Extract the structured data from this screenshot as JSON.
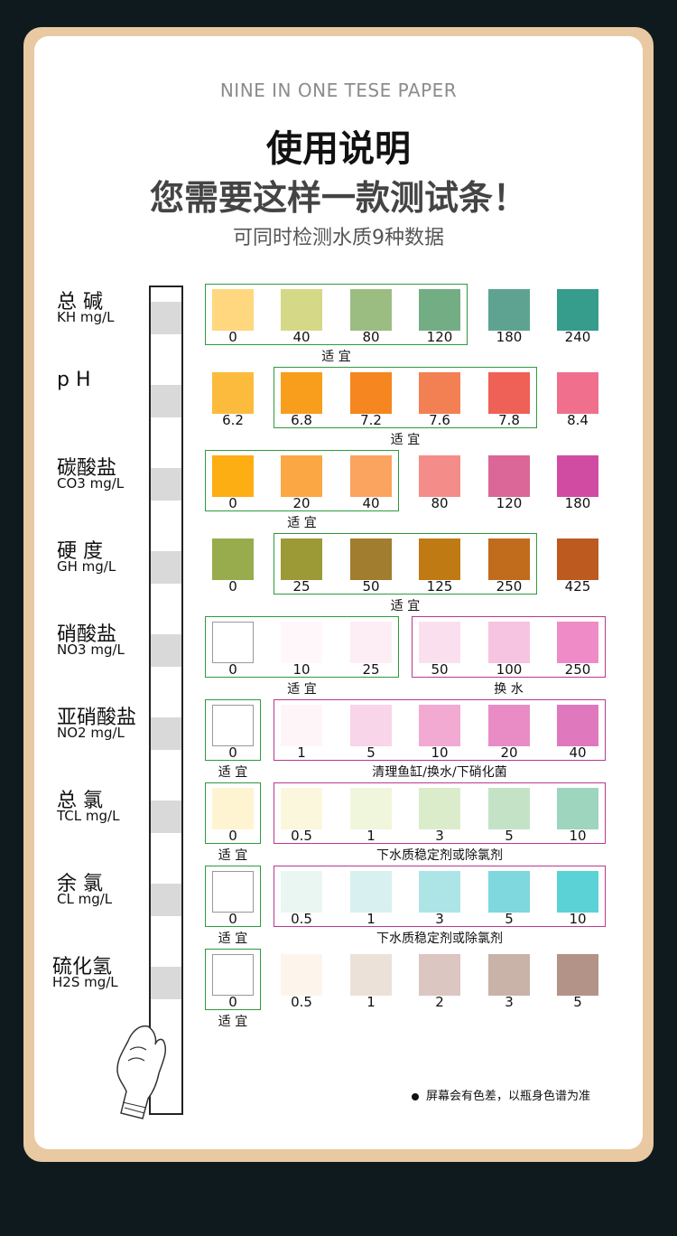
{
  "header": {
    "subtitle_en": "NINE IN ONE TESE PAPER",
    "title": "使用说明",
    "headline": "您需要这样一款测试条！",
    "tagline": "可同时检测水质9种数据"
  },
  "rows": [
    {
      "name": "总 碱",
      "unit": "KH  mg/L",
      "swatches": [
        {
          "color": "#ffd77f",
          "value": "0"
        },
        {
          "color": "#d5d886",
          "value": "40"
        },
        {
          "color": "#9cbd82",
          "value": "80"
        },
        {
          "color": "#72ad84",
          "value": "120"
        },
        {
          "color": "#5ea391",
          "value": "180"
        },
        {
          "color": "#369c8c",
          "value": "240"
        }
      ],
      "boxes": [
        {
          "kind": "green",
          "from": 0,
          "to": 3,
          "label": "适 宜"
        }
      ]
    },
    {
      "name": "p H",
      "unit": "",
      "swatches": [
        {
          "color": "#fcbb3c",
          "value": "6.2"
        },
        {
          "color": "#f99d1c",
          "value": "6.8"
        },
        {
          "color": "#f6861f",
          "value": "7.2"
        },
        {
          "color": "#f28053",
          "value": "7.6"
        },
        {
          "color": "#ef6056",
          "value": "7.8"
        },
        {
          "color": "#ef6f8d",
          "value": "8.4"
        }
      ],
      "boxes": [
        {
          "kind": "green",
          "from": 1,
          "to": 4,
          "label": "适 宜"
        }
      ]
    },
    {
      "name": "碳酸盐",
      "unit": "CO3  mg/L",
      "swatches": [
        {
          "color": "#fdae13",
          "value": "0"
        },
        {
          "color": "#fba844",
          "value": "20"
        },
        {
          "color": "#faa460",
          "value": "40"
        },
        {
          "color": "#f48d89",
          "value": "80"
        },
        {
          "color": "#db6698",
          "value": "120"
        },
        {
          "color": "#d04ca2",
          "value": "180"
        }
      ],
      "boxes": [
        {
          "kind": "green",
          "from": 0,
          "to": 2,
          "label": "适 宜"
        }
      ]
    },
    {
      "name": "硬 度",
      "unit": "GH  mg/L",
      "swatches": [
        {
          "color": "#98ac4d",
          "value": "0"
        },
        {
          "color": "#9b9a36",
          "value": "25"
        },
        {
          "color": "#a07d2f",
          "value": "50"
        },
        {
          "color": "#c07a13",
          "value": "125"
        },
        {
          "color": "#c16b1c",
          "value": "250"
        },
        {
          "color": "#bd5a1f",
          "value": "425"
        }
      ],
      "boxes": [
        {
          "kind": "green",
          "from": 1,
          "to": 4,
          "label": "适 宜"
        }
      ]
    },
    {
      "name": "硝酸盐",
      "unit": "NO3  mg/L",
      "swatches": [
        {
          "color": "#ffffff",
          "value": "0"
        },
        {
          "color": "#fff7fa",
          "value": "10"
        },
        {
          "color": "#fdeef5",
          "value": "25"
        },
        {
          "color": "#fae0ee",
          "value": "50"
        },
        {
          "color": "#f6c4e0",
          "value": "100"
        },
        {
          "color": "#ef8cc8",
          "value": "250"
        }
      ],
      "boxes": [
        {
          "kind": "green",
          "from": 0,
          "to": 2,
          "label": "适 宜"
        },
        {
          "kind": "pink",
          "from": 3,
          "to": 5,
          "label": "换 水"
        }
      ]
    },
    {
      "name": "亚硝酸盐",
      "unit": "NO2  mg/L",
      "swatches": [
        {
          "color": "#ffffff",
          "value": "0"
        },
        {
          "color": "#fef5f9",
          "value": "1"
        },
        {
          "color": "#f9d5e9",
          "value": "5"
        },
        {
          "color": "#f2a9d2",
          "value": "10"
        },
        {
          "color": "#e98cc5",
          "value": "20"
        },
        {
          "color": "#e078bd",
          "value": "40"
        }
      ],
      "boxes": [
        {
          "kind": "green",
          "from": 0,
          "to": 0,
          "label": "适 宜"
        },
        {
          "kind": "pink",
          "from": 1,
          "to": 5,
          "label": "清理鱼缸/换水/下硝化菌"
        }
      ]
    },
    {
      "name": "总 氯",
      "unit": "TCL  mg/L",
      "swatches": [
        {
          "color": "#fff4d2",
          "value": "0"
        },
        {
          "color": "#fbf7dc",
          "value": "0.5"
        },
        {
          "color": "#f0f6dc",
          "value": "1"
        },
        {
          "color": "#dbeccb",
          "value": "3"
        },
        {
          "color": "#c4e3c6",
          "value": "5"
        },
        {
          "color": "#9dd5bf",
          "value": "10"
        }
      ],
      "boxes": [
        {
          "kind": "green",
          "from": 0,
          "to": 0,
          "label": "适 宜"
        },
        {
          "kind": "pink",
          "from": 1,
          "to": 5,
          "label": "下水质稳定剂或除氯剂"
        }
      ]
    },
    {
      "name": "余 氯",
      "unit": "CL  mg/L",
      "swatches": [
        {
          "color": "#ffffff",
          "value": "0"
        },
        {
          "color": "#e9f6f2",
          "value": "0.5"
        },
        {
          "color": "#d8f0f0",
          "value": "1"
        },
        {
          "color": "#ade5e6",
          "value": "3"
        },
        {
          "color": "#7ed8de",
          "value": "5"
        },
        {
          "color": "#5bd3d6",
          "value": "10"
        }
      ],
      "boxes": [
        {
          "kind": "green",
          "from": 0,
          "to": 0,
          "label": "适 宜"
        },
        {
          "kind": "pink",
          "from": 1,
          "to": 5,
          "label": "下水质稳定剂或除氯剂"
        }
      ]
    },
    {
      "name": "硫化氢",
      "unit": "H2S  mg/L",
      "swatches": [
        {
          "color": "#ffffff",
          "value": "0"
        },
        {
          "color": "#fdf4ec",
          "value": "0.5"
        },
        {
          "color": "#ebe1d9",
          "value": "1"
        },
        {
          "color": "#dbc6c2",
          "value": "2"
        },
        {
          "color": "#c9b2a8",
          "value": "3"
        },
        {
          "color": "#b39288",
          "value": "5"
        }
      ],
      "boxes": [
        {
          "kind": "green",
          "from": 0,
          "to": 0,
          "label": "适 宜"
        }
      ]
    }
  ],
  "footer": {
    "note": "屏幕会有色差，以瓶身色谱为准"
  }
}
